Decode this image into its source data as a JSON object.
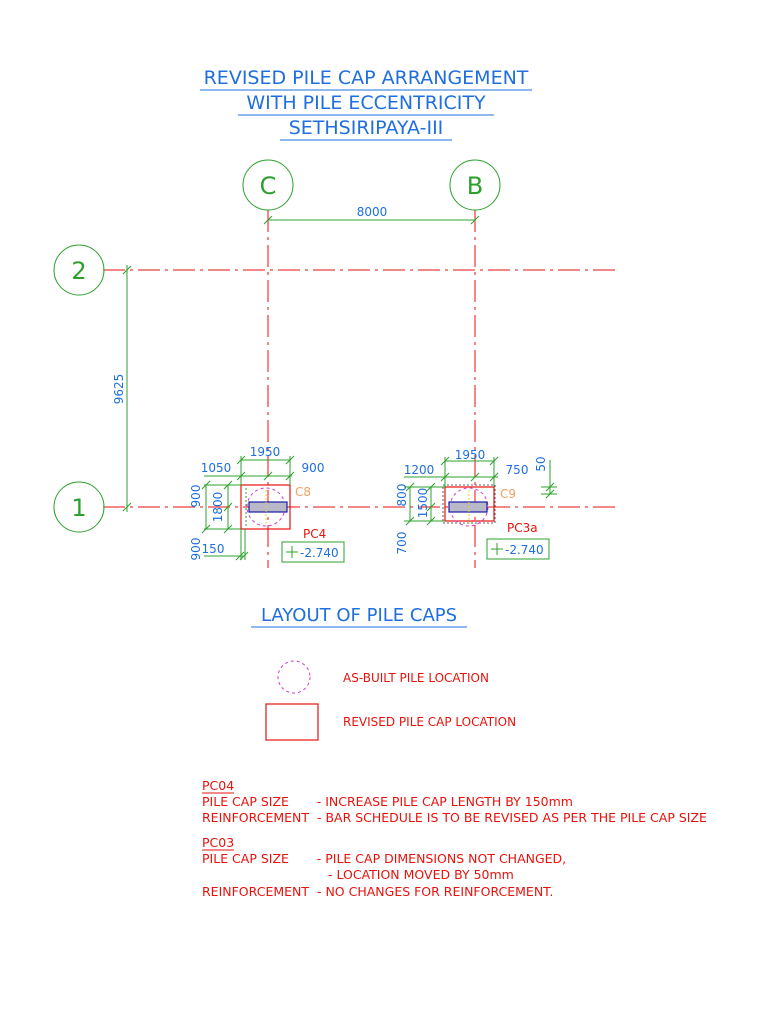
{
  "title": {
    "line1": "REVISED PILE CAP ARRANGEMENT",
    "line2": "WITH PILE ECCENTRICITY",
    "line3": "SETHSIRIPAYA-III"
  },
  "grid": {
    "col_c": "C",
    "col_b": "B",
    "row_2": "2",
    "row_1": "1",
    "span_cb": "8000",
    "span_21": "9625"
  },
  "cap_pc4": {
    "width_total": "1950",
    "left_dim": "1050",
    "right_dim": "900",
    "height_total": "1800",
    "top_dim": "900",
    "bottom_dim": "900",
    "extension": "150",
    "column_tag": "C8",
    "cap_tag": "PC4",
    "level": "-2.740"
  },
  "cap_pc3a": {
    "width_total": "1950",
    "left_dim": "1200",
    "right_dim": "750",
    "height_total": "1500",
    "top_dim": "800",
    "bottom_dim": "700",
    "offset": "50",
    "column_tag": "C9",
    "cap_tag": "PC3a",
    "level": "-2.740"
  },
  "section_title": "LAYOUT OF PILE CAPS",
  "legend": {
    "pile": "AS-BUILT PILE LOCATION",
    "cap": "REVISED PILE CAP LOCATION"
  },
  "notes": {
    "pc04_head": "PC04",
    "pc04_size": "PILE CAP SIZE       - INCREASE PILE CAP LENGTH BY 150mm",
    "pc04_reinf": "REINFORCEMENT  - BAR SCHEDULE IS TO BE REVISED AS PER THE PILE CAP SIZE",
    "pc03_head": "PC03",
    "pc03_size": "PILE CAP SIZE       - PILE CAP DIMENSIONS NOT CHANGED,",
    "pc03_size2": "- LOCATION MOVED BY 50mm",
    "pc03_reinf": "REINFORCEMENT  - NO CHANGES FOR REINFORCEMENT."
  },
  "colors": {
    "blue": "#1f6fe0",
    "green": "#2ca02c",
    "red": "#e8120c",
    "orange": "#f2a060",
    "magenta": "#d63ad6"
  }
}
